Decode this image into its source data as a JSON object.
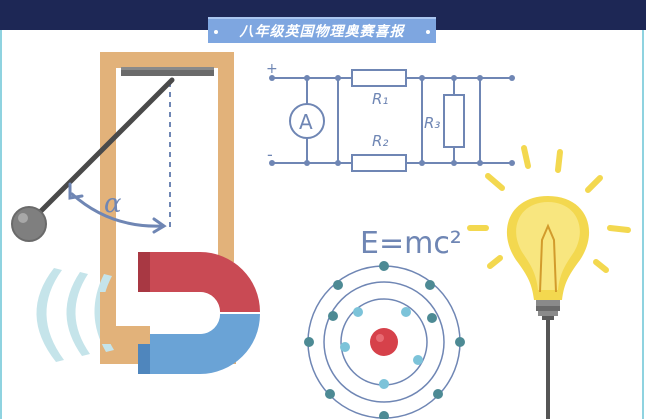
{
  "header": {
    "title": "八年级英国物理奥赛喜报"
  },
  "circuit": {
    "plus_label": "+",
    "minus_label": "-",
    "ammeter_label": "A",
    "r1_label": "R₁",
    "r2_label": "R₂",
    "r3_label": "R₃"
  },
  "pendulum": {
    "angle_label": "α"
  },
  "formula": {
    "text": "E=mc²"
  },
  "colors": {
    "header_bg": "#1d2755",
    "banner_bg": "#7ea6e0",
    "frame_orange": "#e2b27a",
    "magnet_red": "#c94a54",
    "magnet_blue": "#6aa3d6",
    "line_blue": "#6f86b4",
    "bulb_yellow": "#f3d84f"
  }
}
